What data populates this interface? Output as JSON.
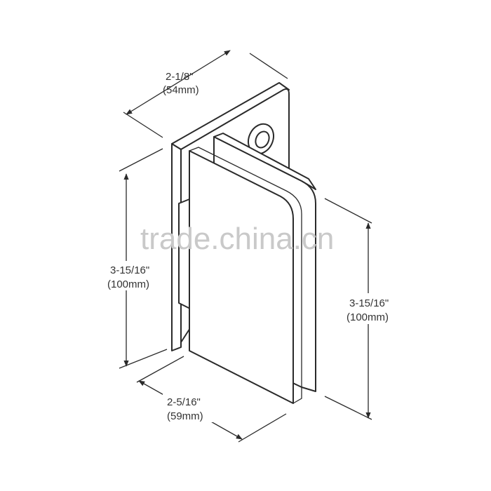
{
  "dimensions": {
    "top_width": {
      "imperial": "2-1/8\"",
      "metric": "(54mm)"
    },
    "left_height": {
      "imperial": "3-15/16\"",
      "metric": "(100mm)"
    },
    "right_height": {
      "imperial": "3-15/16\"",
      "metric": "(100mm)"
    },
    "bottom_depth": {
      "imperial": "2-5/16\"",
      "metric": "(59mm)"
    }
  },
  "watermark": "trade.china.cn",
  "colors": {
    "line": "#2a2a2a",
    "text": "#333333",
    "watermark": "#c9c9c9"
  }
}
